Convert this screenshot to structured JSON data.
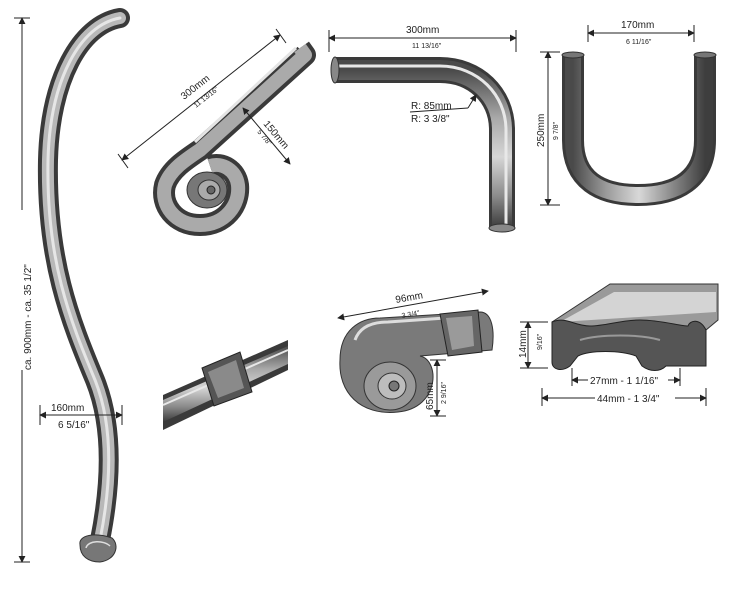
{
  "diagram": {
    "long_bar": {
      "height_label": "ca. 900mm - ca. 35 1/2\"",
      "width_mm": "160mm",
      "width_in": "6 5/16\""
    },
    "scroll_end": {
      "length_mm": "300mm",
      "length_in": "11 13/16\"",
      "height_mm": "150mm",
      "height_in": "5 7/8\""
    },
    "elbow": {
      "length_mm": "300mm",
      "length_in": "11 13/16\"",
      "radius_mm": "R: 85mm",
      "radius_in": "R: 3 3/8\""
    },
    "u_bend": {
      "width_mm": "170mm",
      "width_in": "6 11/16\"",
      "height_mm": "250mm",
      "height_in": "9 7/8\""
    },
    "end_cap": {
      "length_mm": "96mm",
      "length_in": "3 3/4\"",
      "height_mm": "65mm",
      "height_in": "2 9/16\""
    },
    "profile": {
      "height_mm": "14mm",
      "height_in": "9/16\"",
      "inner_width": "27mm - 1 1/16\"",
      "outer_width": "44mm - 1 3/4\""
    }
  }
}
